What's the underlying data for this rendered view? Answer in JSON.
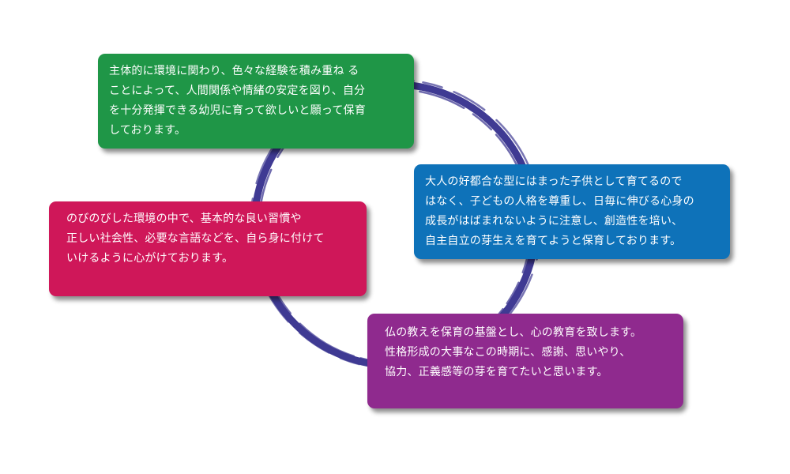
{
  "colors": {
    "ring": "#3f3a93",
    "green": "#1f9647",
    "blue": "#0e72b9",
    "red": "#cf1759",
    "purple": "#8f2a8e"
  },
  "boxes": {
    "green": {
      "text": "主体的に環境に関わり、色々な経験を積み重ね る\nことによって、人間関係や情緒の安定を図り、自分\nを十分発揮できる幼児に育って欲しいと願って保育\nしております。"
    },
    "blue": {
      "text": "大人の好都合な型にはまった子供として育てるので\nはなく、子どもの人格を尊重し、日毎に伸びる心身の\n成長がはばまれないように注意し、創造性を培い、\n自主自立の芽生えを育てようと保育しております。"
    },
    "red": {
      "text": "のびのびした環境の中で、基本的な良い習慣や\n正しい社会性、必要な言語などを、自ら身に付けて\nいけるように心がけております。"
    },
    "purple": {
      "text": "仏の教えを保育の基盤とし、心の教育を致します。\n性格形成の大事なこの時期に、感謝、思いやり、\n協力、正義感等の芽を育てたいと思います。"
    }
  }
}
